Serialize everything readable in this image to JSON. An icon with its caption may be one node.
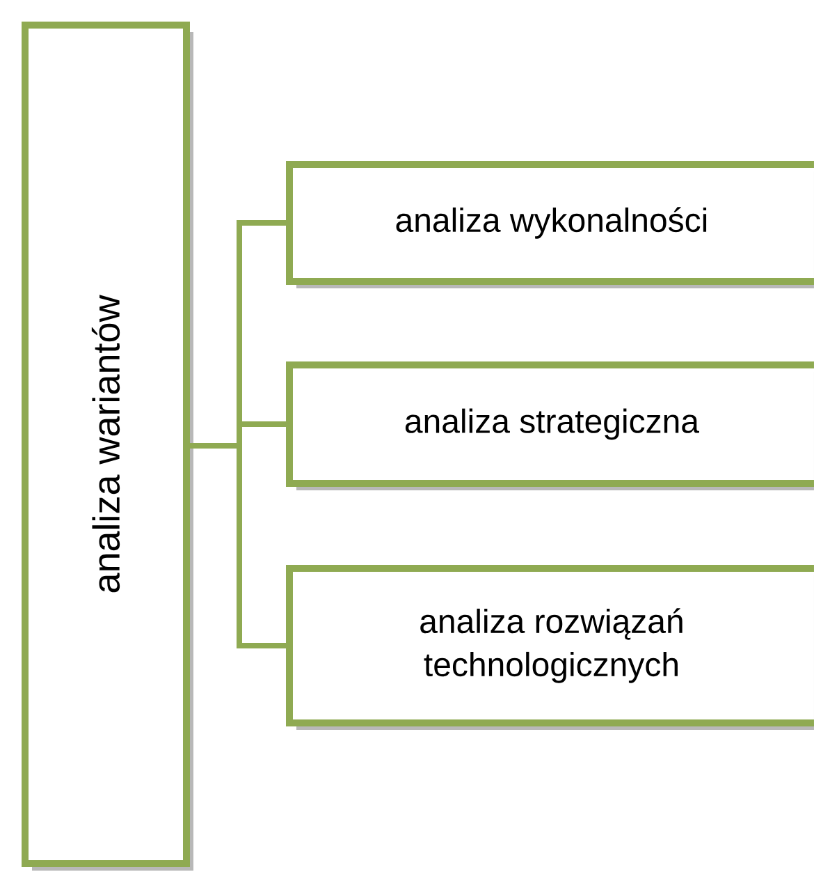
{
  "diagram": {
    "nodes": [
      {
        "text": [
          "analiza wariantów"
        ]
      },
      {
        "text": [
          "analiza wykonalności"
        ]
      },
      {
        "text": [
          "analiza strategiczna"
        ]
      },
      {
        "text": [
          "analiza rozwiązań technologicznych"
        ]
      }
    ],
    "edges": [
      {
        "from": 0,
        "to": 1,
        "arrow": "none"
      },
      {
        "from": 0,
        "to": 2,
        "arrow": "none"
      },
      {
        "from": 0,
        "to": 3,
        "arrow": "none"
      }
    ]
  }
}
